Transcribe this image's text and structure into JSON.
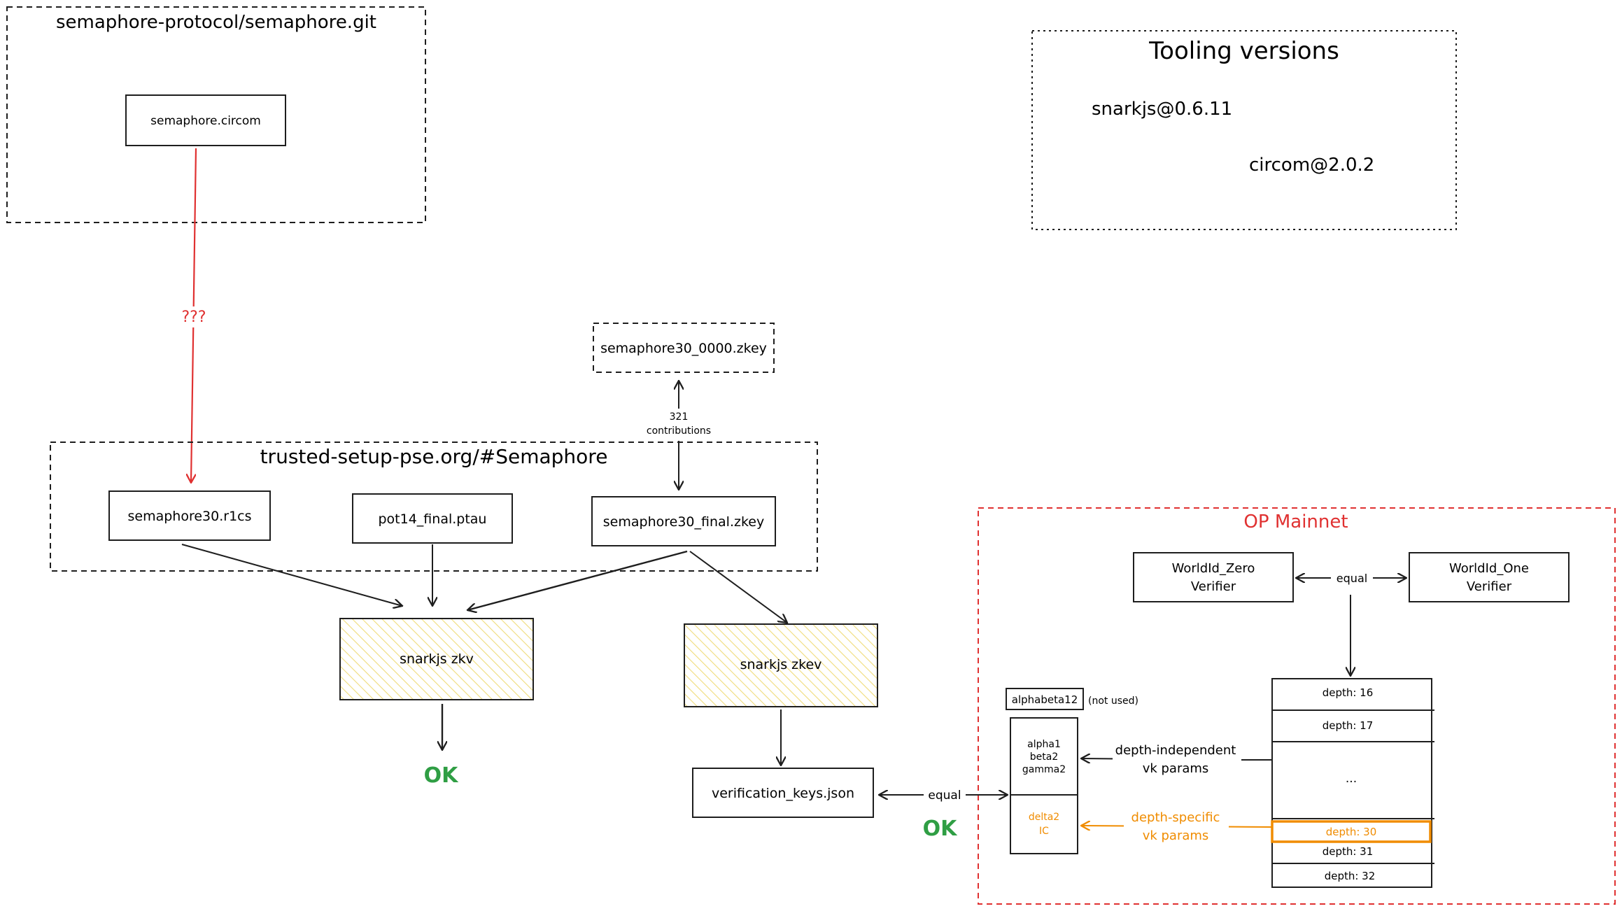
{
  "repo": {
    "title": "semaphore-protocol/semaphore.git",
    "circom_file": "semaphore.circom"
  },
  "question_label": "???",
  "tooling": {
    "title": "Tooling versions",
    "snarkjs": "snarkjs@0.6.11",
    "circom": "circom@2.0.2"
  },
  "zkey_0000": "semaphore30_0000.zkey",
  "contributions": {
    "count": "321",
    "label": "contributions"
  },
  "trusted_setup": {
    "title": "trusted-setup-pse.org/#Semaphore",
    "r1cs": "semaphore30.r1cs",
    "ptau": "pot14_final.ptau",
    "final_zkey": "semaphore30_final.zkey"
  },
  "zkv": {
    "label": "snarkjs zkv",
    "result": "OK"
  },
  "zkev": {
    "label": "snarkjs zkev"
  },
  "verification_keys": "verification_keys.json",
  "equal_label": "equal",
  "ok_label": "OK",
  "op_mainnet": {
    "title": "OP Mainnet",
    "zero_verifier": [
      "WorldId_Zero",
      "Verifier"
    ],
    "one_verifier": [
      "WorldId_One",
      "Verifier"
    ],
    "equal_label": "equal",
    "alphabeta_box": "alphabeta12",
    "not_used": "(not used)",
    "vk_independent": [
      "alpha1",
      "beta2",
      "gamma2"
    ],
    "vk_specific": [
      "delta2",
      "IC"
    ],
    "independent_label": [
      "depth-independent",
      "vk params"
    ],
    "specific_label": [
      "depth-specific",
      "vk params"
    ],
    "depths": [
      "depth: 16",
      "depth: 17",
      "...",
      "depth: 30",
      "depth: 31",
      "depth: 32"
    ]
  },
  "colors": {
    "ink": "#1e1e1e",
    "red": "#e03131",
    "green": "#2f9e44",
    "orange": "#f08c00",
    "hatch": "#f5e89a"
  }
}
